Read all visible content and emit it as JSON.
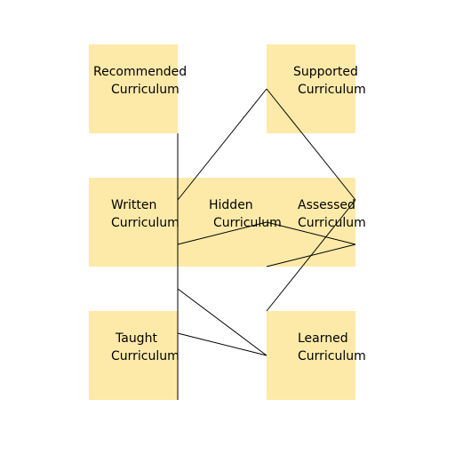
{
  "colors": {
    "box_fill": "#fdeaa8",
    "line_stroke": "#000000"
  },
  "boxes": {
    "recommended": {
      "line1": "Recommended",
      "line2": "Curriculum"
    },
    "supported": {
      "line1": "Supported",
      "line2": "Curriculum"
    },
    "written": {
      "line1": "Written",
      "line2": "Curriculum"
    },
    "hidden": {
      "line1": "Hidden",
      "line2": "Curriculum"
    },
    "assessed": {
      "line1": "Assessed",
      "line2": "Curriculum"
    },
    "taught": {
      "line1": "Taught",
      "line2": "Curriculum"
    },
    "learned": {
      "line1": "Learned",
      "line2": "Curriculum"
    }
  }
}
